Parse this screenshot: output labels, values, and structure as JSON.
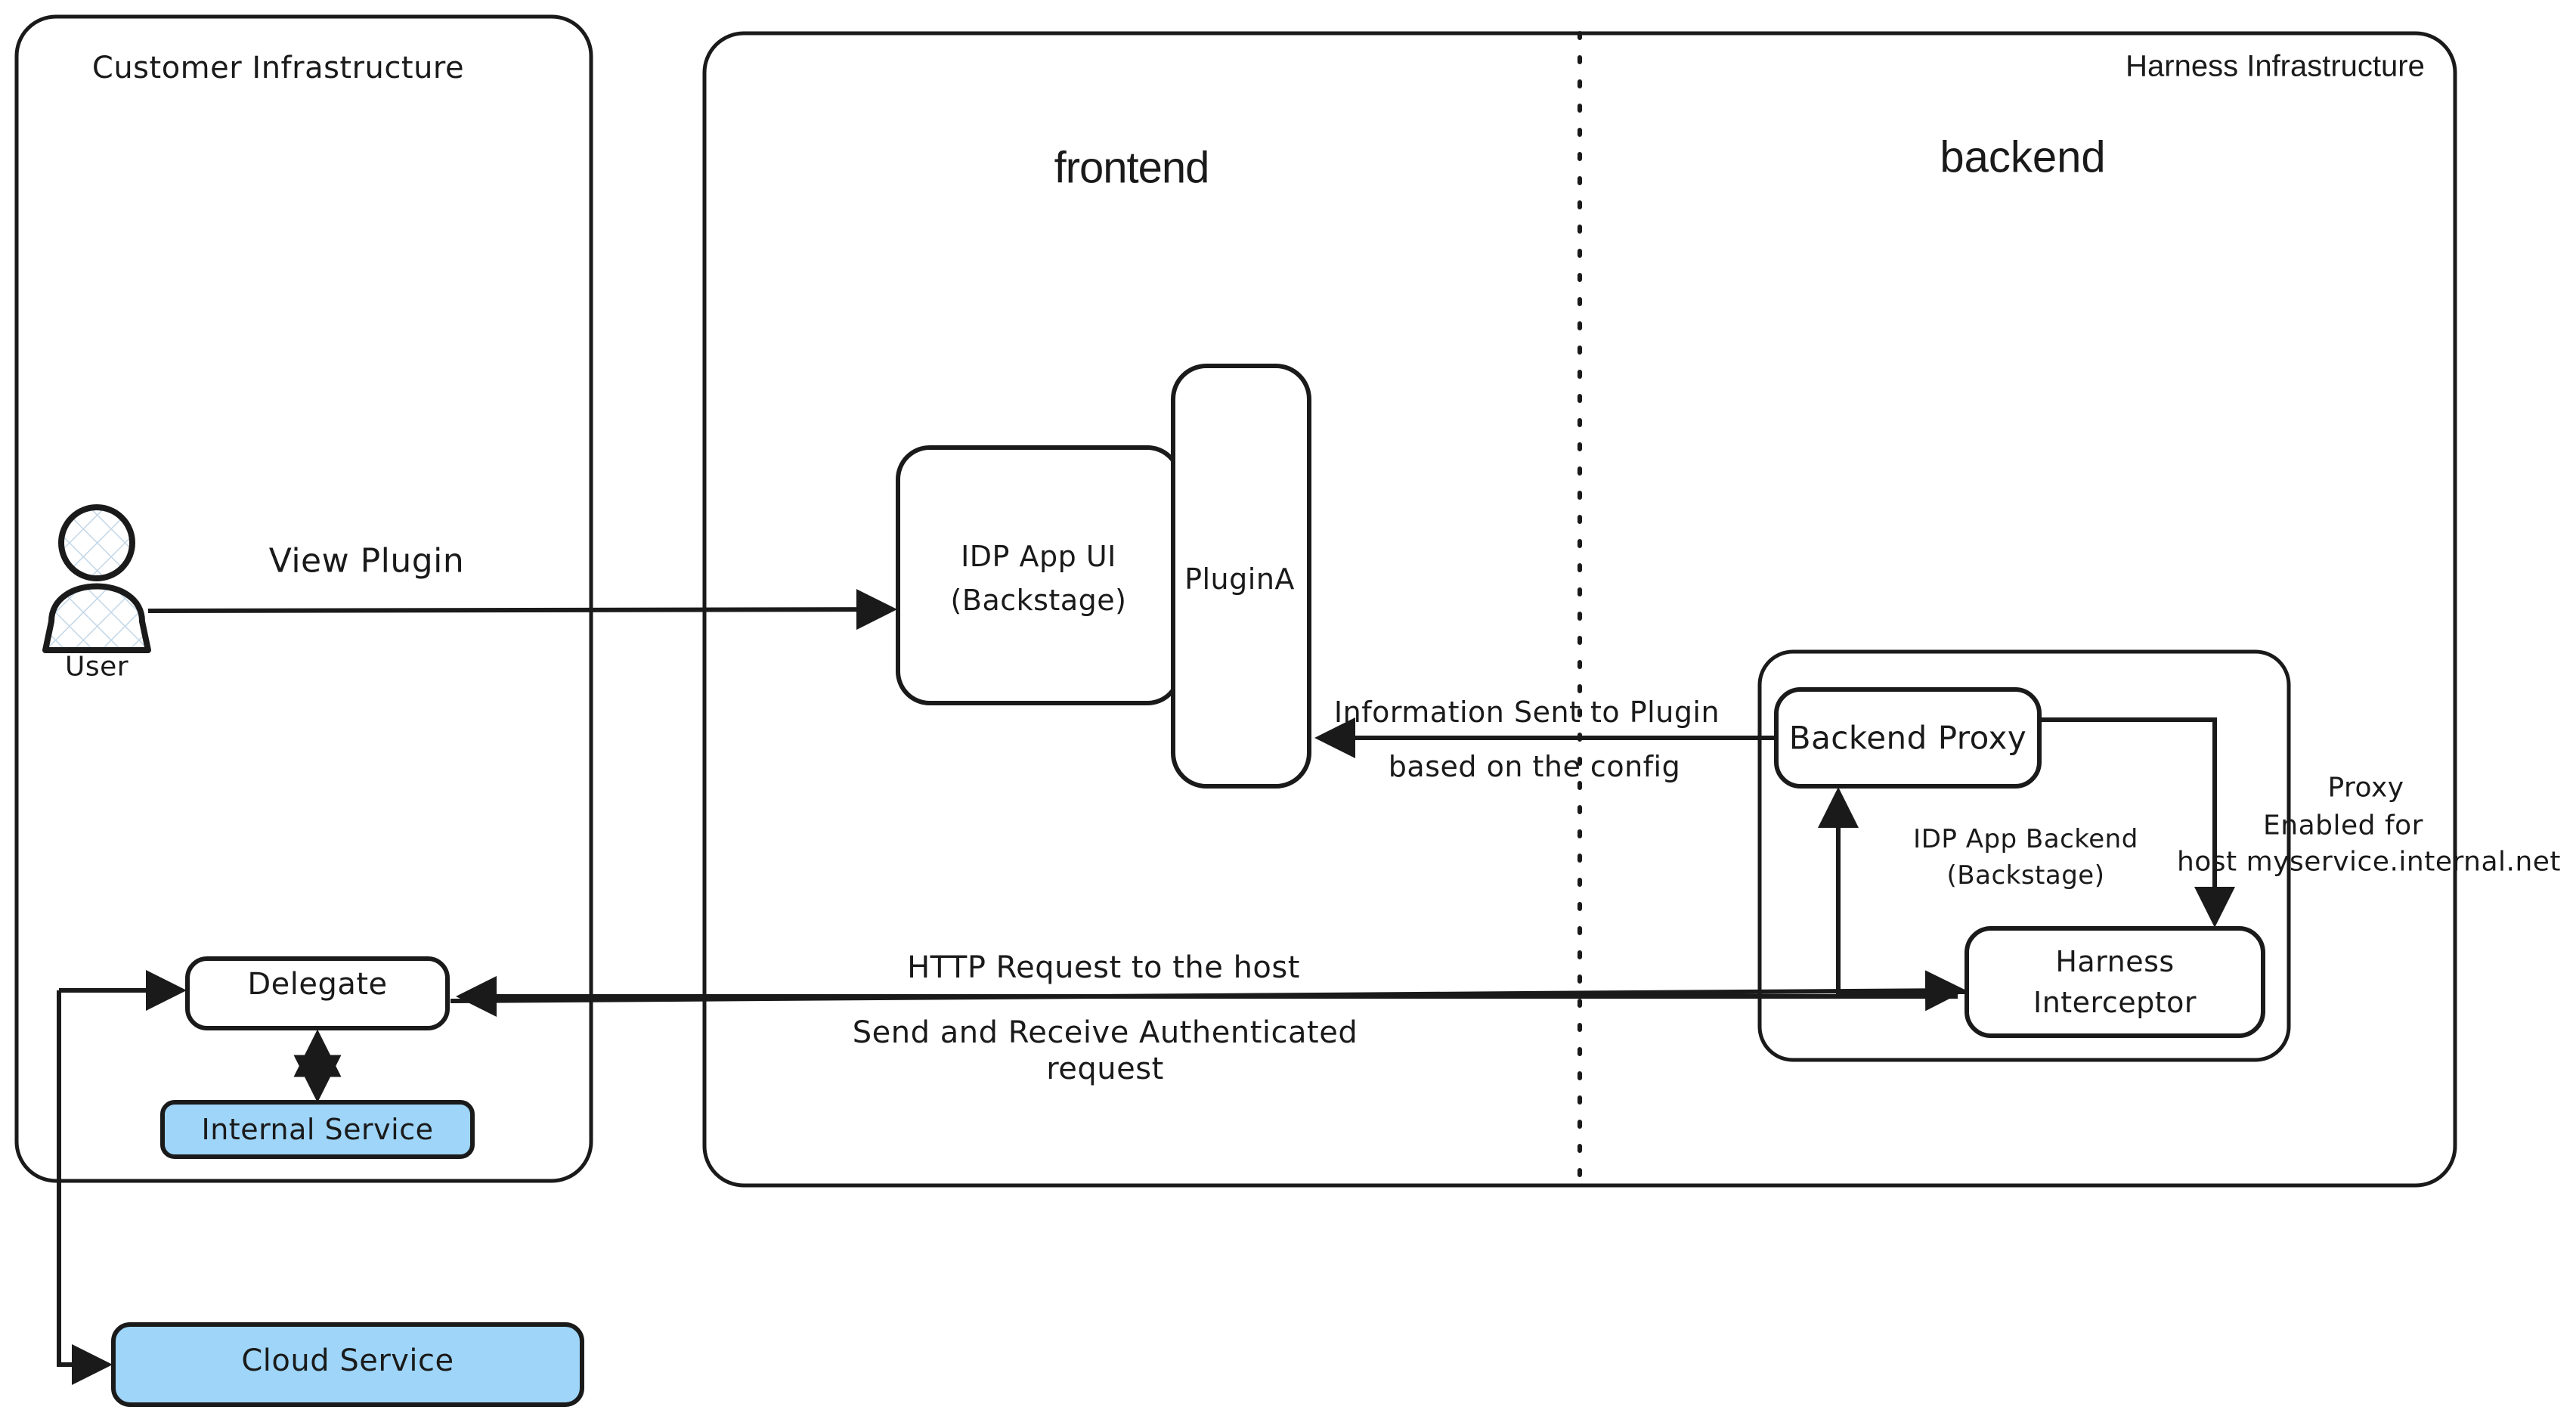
{
  "diagram": {
    "title": "Harness IDP Plugin Proxy Architecture",
    "colors": {
      "stroke": "#1a1a1a",
      "fill_white": "#ffffff",
      "fill_blue": "#9ed5f8",
      "text": "#1a1a1a"
    }
  },
  "containers": {
    "customer": {
      "label": "Customer Infrastructure"
    },
    "harness": {
      "label": "Harness Infrastructure"
    },
    "frontend": {
      "label": "frontend"
    },
    "backend": {
      "label": "backend"
    },
    "idp_app_backend": {
      "label_line1": "IDP App Backend",
      "label_line2": "(Backstage)"
    }
  },
  "nodes": {
    "user": {
      "label": "User",
      "icon": "user-actor-icon"
    },
    "idp_app_ui": {
      "label_line1": "IDP App UI",
      "label_line2": "(Backstage)"
    },
    "plugin_a": {
      "label": "PluginA"
    },
    "backend_proxy": {
      "label": "Backend Proxy"
    },
    "harness_interceptor": {
      "label_line1": "Harness",
      "label_line2": "Interceptor"
    },
    "delegate": {
      "label": "Delegate"
    },
    "internal_service": {
      "label": "Internal Service",
      "fill": "#9ed5f8"
    },
    "cloud_service": {
      "label": "Cloud Service",
      "fill": "#9ed5f8"
    }
  },
  "edge_labels": {
    "view_plugin": "View Plugin",
    "info_sent_line1": "Information Sent to Plugin",
    "info_sent_line2": "based on the config",
    "http_request": "HTTP Request to the host",
    "send_receive_line1": "Send and Receive Authenticated",
    "send_receive_line2": "request",
    "proxy_note_line1": "Proxy",
    "proxy_note_line2": "Enabled for",
    "proxy_note_line3": "host myservice.internal.net"
  }
}
